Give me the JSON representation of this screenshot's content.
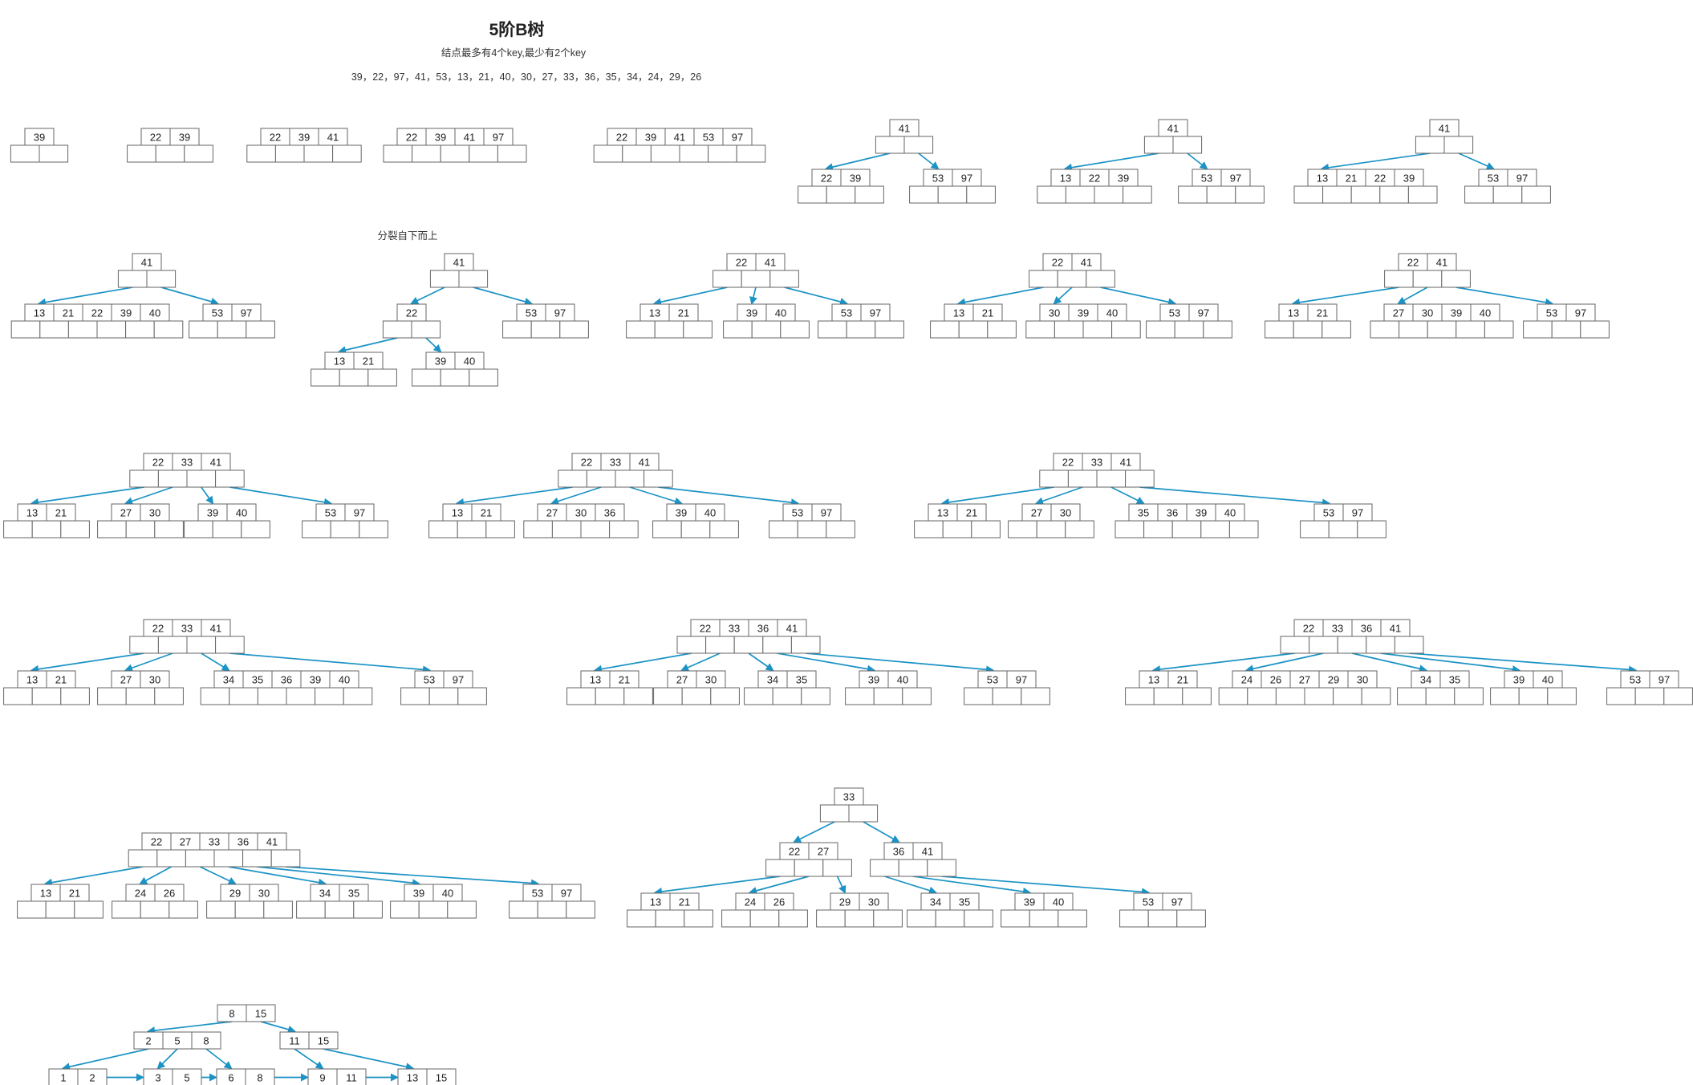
{
  "diagram": {
    "title": "5阶B树",
    "subtitle": "结点最多有4个key,最少有2个key",
    "sequence": "39，22，97，41，53，13，21，40，30，27，33，36，35，34，24，29，26",
    "note": "分裂自下而上",
    "colors": {
      "edge": "#1b93c5",
      "border": "#666666",
      "text": "#222222"
    }
  },
  "trees": [
    {
      "id": "t1",
      "nodes": [
        {
          "id": "n1",
          "keys": [
            "39"
          ]
        }
      ],
      "edges": []
    },
    {
      "id": "t2",
      "nodes": [
        {
          "id": "n1",
          "keys": [
            "22",
            "39"
          ]
        }
      ],
      "edges": []
    },
    {
      "id": "t3",
      "nodes": [
        {
          "id": "n1",
          "keys": [
            "22",
            "39",
            "41"
          ]
        }
      ],
      "edges": []
    },
    {
      "id": "t4",
      "nodes": [
        {
          "id": "n1",
          "keys": [
            "22",
            "39",
            "41",
            "97"
          ]
        }
      ],
      "edges": []
    },
    {
      "id": "t5",
      "nodes": [
        {
          "id": "n1",
          "keys": [
            "22",
            "39",
            "41",
            "53",
            "97"
          ]
        }
      ],
      "edges": []
    },
    {
      "id": "t6",
      "nodes": [
        {
          "id": "r",
          "keys": [
            "41"
          ]
        },
        {
          "id": "a",
          "keys": [
            "22",
            "39"
          ]
        },
        {
          "id": "b",
          "keys": [
            "53",
            "97"
          ]
        }
      ],
      "edges": [
        {
          "from": "r",
          "to": "a",
          "slot": 0
        },
        {
          "from": "r",
          "to": "b",
          "slot": 1
        }
      ]
    },
    {
      "id": "t7",
      "nodes": [
        {
          "id": "r",
          "keys": [
            "41"
          ]
        },
        {
          "id": "a",
          "keys": [
            "13",
            "22",
            "39"
          ]
        },
        {
          "id": "b",
          "keys": [
            "53",
            "97"
          ]
        }
      ],
      "edges": [
        {
          "from": "r",
          "to": "a",
          "slot": 0
        },
        {
          "from": "r",
          "to": "b",
          "slot": 1
        }
      ]
    },
    {
      "id": "t8",
      "nodes": [
        {
          "id": "r",
          "keys": [
            "41"
          ]
        },
        {
          "id": "a",
          "keys": [
            "13",
            "21",
            "22",
            "39"
          ]
        },
        {
          "id": "b",
          "keys": [
            "53",
            "97"
          ]
        }
      ],
      "edges": [
        {
          "from": "r",
          "to": "a",
          "slot": 0
        },
        {
          "from": "r",
          "to": "b",
          "slot": 1
        }
      ]
    },
    {
      "id": "t9",
      "nodes": [
        {
          "id": "r",
          "keys": [
            "41"
          ]
        },
        {
          "id": "a",
          "keys": [
            "13",
            "21",
            "22",
            "39",
            "40"
          ]
        },
        {
          "id": "b",
          "keys": [
            "53",
            "97"
          ]
        }
      ],
      "edges": [
        {
          "from": "r",
          "to": "a",
          "slot": 0
        },
        {
          "from": "r",
          "to": "b",
          "slot": 1
        }
      ]
    },
    {
      "id": "t10",
      "nodes": [
        {
          "id": "r",
          "keys": [
            "41"
          ]
        },
        {
          "id": "m",
          "keys": [
            "22"
          ]
        },
        {
          "id": "b",
          "keys": [
            "53",
            "97"
          ]
        },
        {
          "id": "c",
          "keys": [
            "13",
            "21"
          ]
        },
        {
          "id": "d",
          "keys": [
            "39",
            "40"
          ]
        }
      ],
      "edges": [
        {
          "from": "r",
          "to": "m",
          "slot": 0
        },
        {
          "from": "r",
          "to": "b",
          "slot": 1
        },
        {
          "from": "m",
          "to": "c",
          "slot": 0
        },
        {
          "from": "m",
          "to": "d",
          "slot": 1
        }
      ]
    },
    {
      "id": "t11",
      "nodes": [
        {
          "id": "r",
          "keys": [
            "22",
            "41"
          ]
        },
        {
          "id": "a",
          "keys": [
            "13",
            "21"
          ]
        },
        {
          "id": "b",
          "keys": [
            "39",
            "40"
          ]
        },
        {
          "id": "c",
          "keys": [
            "53",
            "97"
          ]
        }
      ],
      "edges": [
        {
          "from": "r",
          "to": "a",
          "slot": 0
        },
        {
          "from": "r",
          "to": "b",
          "slot": 1
        },
        {
          "from": "r",
          "to": "c",
          "slot": 2
        }
      ]
    },
    {
      "id": "t12",
      "nodes": [
        {
          "id": "r",
          "keys": [
            "22",
            "41"
          ]
        },
        {
          "id": "a",
          "keys": [
            "13",
            "21"
          ]
        },
        {
          "id": "b",
          "keys": [
            "30",
            "39",
            "40"
          ]
        },
        {
          "id": "c",
          "keys": [
            "53",
            "97"
          ]
        }
      ],
      "edges": [
        {
          "from": "r",
          "to": "a",
          "slot": 0
        },
        {
          "from": "r",
          "to": "b",
          "slot": 1
        },
        {
          "from": "r",
          "to": "c",
          "slot": 2
        }
      ]
    },
    {
      "id": "t13",
      "nodes": [
        {
          "id": "r",
          "keys": [
            "22",
            "41"
          ]
        },
        {
          "id": "a",
          "keys": [
            "13",
            "21"
          ]
        },
        {
          "id": "b",
          "keys": [
            "27",
            "30",
            "39",
            "40"
          ]
        },
        {
          "id": "c",
          "keys": [
            "53",
            "97"
          ]
        }
      ],
      "edges": [
        {
          "from": "r",
          "to": "a",
          "slot": 0
        },
        {
          "from": "r",
          "to": "b",
          "slot": 1
        },
        {
          "from": "r",
          "to": "c",
          "slot": 2
        }
      ]
    },
    {
      "id": "t14",
      "nodes": [
        {
          "id": "r",
          "keys": [
            "22",
            "33",
            "41"
          ]
        },
        {
          "id": "a",
          "keys": [
            "13",
            "21"
          ]
        },
        {
          "id": "b",
          "keys": [
            "27",
            "30"
          ]
        },
        {
          "id": "c",
          "keys": [
            "39",
            "40"
          ]
        },
        {
          "id": "d",
          "keys": [
            "53",
            "97"
          ]
        }
      ],
      "edges": [
        {
          "from": "r",
          "to": "a",
          "slot": 0
        },
        {
          "from": "r",
          "to": "b",
          "slot": 1
        },
        {
          "from": "r",
          "to": "c",
          "slot": 2
        },
        {
          "from": "r",
          "to": "d",
          "slot": 3
        }
      ]
    },
    {
      "id": "t15",
      "nodes": [
        {
          "id": "r",
          "keys": [
            "22",
            "33",
            "41"
          ]
        },
        {
          "id": "a",
          "keys": [
            "13",
            "21"
          ]
        },
        {
          "id": "b",
          "keys": [
            "27",
            "30",
            "36"
          ]
        },
        {
          "id": "c",
          "keys": [
            "39",
            "40"
          ]
        },
        {
          "id": "d",
          "keys": [
            "53",
            "97"
          ]
        }
      ],
      "edges": [
        {
          "from": "r",
          "to": "a",
          "slot": 0
        },
        {
          "from": "r",
          "to": "b",
          "slot": 1
        },
        {
          "from": "r",
          "to": "c",
          "slot": 2
        },
        {
          "from": "r",
          "to": "d",
          "slot": 3
        }
      ]
    },
    {
      "id": "t16",
      "nodes": [
        {
          "id": "r",
          "keys": [
            "22",
            "33",
            "41"
          ]
        },
        {
          "id": "a",
          "keys": [
            "13",
            "21"
          ]
        },
        {
          "id": "b",
          "keys": [
            "27",
            "30"
          ]
        },
        {
          "id": "c",
          "keys": [
            "35",
            "36",
            "39",
            "40"
          ]
        },
        {
          "id": "d",
          "keys": [
            "53",
            "97"
          ]
        }
      ],
      "edges": [
        {
          "from": "r",
          "to": "a",
          "slot": 0
        },
        {
          "from": "r",
          "to": "b",
          "slot": 1
        },
        {
          "from": "r",
          "to": "c",
          "slot": 2
        },
        {
          "from": "r",
          "to": "d",
          "slot": 3
        }
      ]
    },
    {
      "id": "t17",
      "nodes": [
        {
          "id": "r",
          "keys": [
            "22",
            "33",
            "41"
          ]
        },
        {
          "id": "a",
          "keys": [
            "13",
            "21"
          ]
        },
        {
          "id": "b",
          "keys": [
            "27",
            "30"
          ]
        },
        {
          "id": "c",
          "keys": [
            "34",
            "35",
            "36",
            "39",
            "40"
          ]
        },
        {
          "id": "d",
          "keys": [
            "53",
            "97"
          ]
        }
      ],
      "edges": [
        {
          "from": "r",
          "to": "a",
          "slot": 0
        },
        {
          "from": "r",
          "to": "b",
          "slot": 1
        },
        {
          "from": "r",
          "to": "c",
          "slot": 2
        },
        {
          "from": "r",
          "to": "d",
          "slot": 3
        }
      ]
    },
    {
      "id": "t18",
      "nodes": [
        {
          "id": "r",
          "keys": [
            "22",
            "33",
            "36",
            "41"
          ]
        },
        {
          "id": "a",
          "keys": [
            "13",
            "21"
          ]
        },
        {
          "id": "b",
          "keys": [
            "27",
            "30"
          ]
        },
        {
          "id": "c",
          "keys": [
            "34",
            "35"
          ]
        },
        {
          "id": "d",
          "keys": [
            "39",
            "40"
          ]
        },
        {
          "id": "e",
          "keys": [
            "53",
            "97"
          ]
        }
      ],
      "edges": [
        {
          "from": "r",
          "to": "a",
          "slot": 0
        },
        {
          "from": "r",
          "to": "b",
          "slot": 1
        },
        {
          "from": "r",
          "to": "c",
          "slot": 2
        },
        {
          "from": "r",
          "to": "d",
          "slot": 3
        },
        {
          "from": "r",
          "to": "e",
          "slot": 4
        }
      ]
    },
    {
      "id": "t19",
      "nodes": [
        {
          "id": "r",
          "keys": [
            "22",
            "33",
            "36",
            "41"
          ]
        },
        {
          "id": "a",
          "keys": [
            "13",
            "21"
          ]
        },
        {
          "id": "b",
          "keys": [
            "24",
            "26",
            "27",
            "29",
            "30"
          ]
        },
        {
          "id": "c",
          "keys": [
            "34",
            "35"
          ]
        },
        {
          "id": "d",
          "keys": [
            "39",
            "40"
          ]
        },
        {
          "id": "e",
          "keys": [
            "53",
            "97"
          ]
        }
      ],
      "edges": [
        {
          "from": "r",
          "to": "a",
          "slot": 0
        },
        {
          "from": "r",
          "to": "b",
          "slot": 1
        },
        {
          "from": "r",
          "to": "c",
          "slot": 2
        },
        {
          "from": "r",
          "to": "d",
          "slot": 3
        },
        {
          "from": "r",
          "to": "e",
          "slot": 4
        }
      ]
    },
    {
      "id": "t20",
      "nodes": [
        {
          "id": "r",
          "keys": [
            "22",
            "27",
            "33",
            "36",
            "41"
          ]
        },
        {
          "id": "a",
          "keys": [
            "13",
            "21"
          ]
        },
        {
          "id": "b",
          "keys": [
            "24",
            "26"
          ]
        },
        {
          "id": "c",
          "keys": [
            "29",
            "30"
          ]
        },
        {
          "id": "d",
          "keys": [
            "34",
            "35"
          ]
        },
        {
          "id": "e",
          "keys": [
            "39",
            "40"
          ]
        },
        {
          "id": "f",
          "keys": [
            "53",
            "97"
          ]
        }
      ],
      "edges": [
        {
          "from": "r",
          "to": "a",
          "slot": 0
        },
        {
          "from": "r",
          "to": "b",
          "slot": 1
        },
        {
          "from": "r",
          "to": "c",
          "slot": 2
        },
        {
          "from": "r",
          "to": "d",
          "slot": 3
        },
        {
          "from": "r",
          "to": "e",
          "slot": 4
        },
        {
          "from": "r",
          "to": "f",
          "slot": 5
        }
      ]
    },
    {
      "id": "t21",
      "nodes": [
        {
          "id": "r",
          "keys": [
            "33"
          ]
        },
        {
          "id": "L",
          "keys": [
            "22",
            "27"
          ]
        },
        {
          "id": "R",
          "keys": [
            "36",
            "41"
          ]
        },
        {
          "id": "a",
          "keys": [
            "13",
            "21"
          ]
        },
        {
          "id": "b",
          "keys": [
            "24",
            "26"
          ]
        },
        {
          "id": "c",
          "keys": [
            "29",
            "30"
          ]
        },
        {
          "id": "d",
          "keys": [
            "34",
            "35"
          ]
        },
        {
          "id": "e",
          "keys": [
            "39",
            "40"
          ]
        },
        {
          "id": "f",
          "keys": [
            "53",
            "97"
          ]
        }
      ],
      "edges": [
        {
          "from": "r",
          "to": "L",
          "slot": 0
        },
        {
          "from": "r",
          "to": "R",
          "slot": 1
        },
        {
          "from": "L",
          "to": "a",
          "slot": 0
        },
        {
          "from": "L",
          "to": "b",
          "slot": 1
        },
        {
          "from": "L",
          "to": "c",
          "slot": 2
        },
        {
          "from": "R",
          "to": "d",
          "slot": 0
        },
        {
          "from": "R",
          "to": "e",
          "slot": 1
        },
        {
          "from": "R",
          "to": "f",
          "slot": 2
        }
      ]
    },
    {
      "id": "t22",
      "style": "bplus",
      "nodes": [
        {
          "id": "r",
          "keys": [
            "8",
            "15"
          ]
        },
        {
          "id": "L",
          "keys": [
            "2",
            "5",
            "8"
          ]
        },
        {
          "id": "R",
          "keys": [
            "11",
            "15"
          ]
        },
        {
          "id": "a",
          "keys": [
            "1",
            "2"
          ]
        },
        {
          "id": "b",
          "keys": [
            "3",
            "5"
          ]
        },
        {
          "id": "c",
          "keys": [
            "6",
            "8"
          ]
        },
        {
          "id": "d",
          "keys": [
            "9",
            "11"
          ]
        },
        {
          "id": "e",
          "keys": [
            "13",
            "15"
          ]
        }
      ],
      "edges": [
        {
          "from": "r",
          "to": "L",
          "kind": "key",
          "key": 0
        },
        {
          "from": "r",
          "to": "R",
          "kind": "key",
          "key": 1
        },
        {
          "from": "L",
          "to": "a",
          "kind": "key",
          "key": 0
        },
        {
          "from": "L",
          "to": "b",
          "kind": "key",
          "key": 1
        },
        {
          "from": "L",
          "to": "c",
          "kind": "key",
          "key": 2
        },
        {
          "from": "R",
          "to": "d",
          "kind": "key",
          "key": 0
        },
        {
          "from": "R",
          "to": "e",
          "kind": "key",
          "key": 1
        }
      ],
      "links": [
        [
          "a",
          "b"
        ],
        [
          "b",
          "c"
        ],
        [
          "c",
          "d"
        ],
        [
          "d",
          "e"
        ]
      ]
    }
  ]
}
